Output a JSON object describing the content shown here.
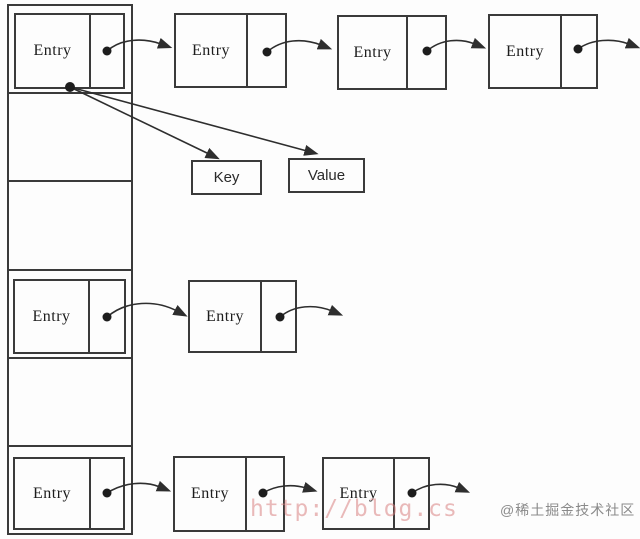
{
  "labels": {
    "entry": "Entry",
    "key": "Key",
    "value": "Value"
  },
  "watermarks": {
    "url": "http://blog.cs",
    "community": "@稀土掘金技术社区"
  },
  "colors": {
    "line": "#3a3a3a",
    "background": "#fdfdfd",
    "url_watermark": "#d88282",
    "community_watermark": "#8a8a8a"
  },
  "structure": {
    "type": "hashmap-bucket-array-with-entry-chains",
    "bucket_count": 6,
    "buckets": [
      {
        "index": 0,
        "occupied": true,
        "chain_entries": 4,
        "chain_continues": true
      },
      {
        "index": 1,
        "occupied": false,
        "chain_entries": 0,
        "chain_continues": false
      },
      {
        "index": 2,
        "occupied": false,
        "chain_entries": 0,
        "chain_continues": false
      },
      {
        "index": 3,
        "occupied": true,
        "chain_entries": 2,
        "chain_continues": true
      },
      {
        "index": 4,
        "occupied": false,
        "chain_entries": 0,
        "chain_continues": false
      },
      {
        "index": 5,
        "occupied": true,
        "chain_entries": 3,
        "chain_continues": true
      }
    ],
    "first_entry_points_to": [
      "Key",
      "Value"
    ]
  }
}
